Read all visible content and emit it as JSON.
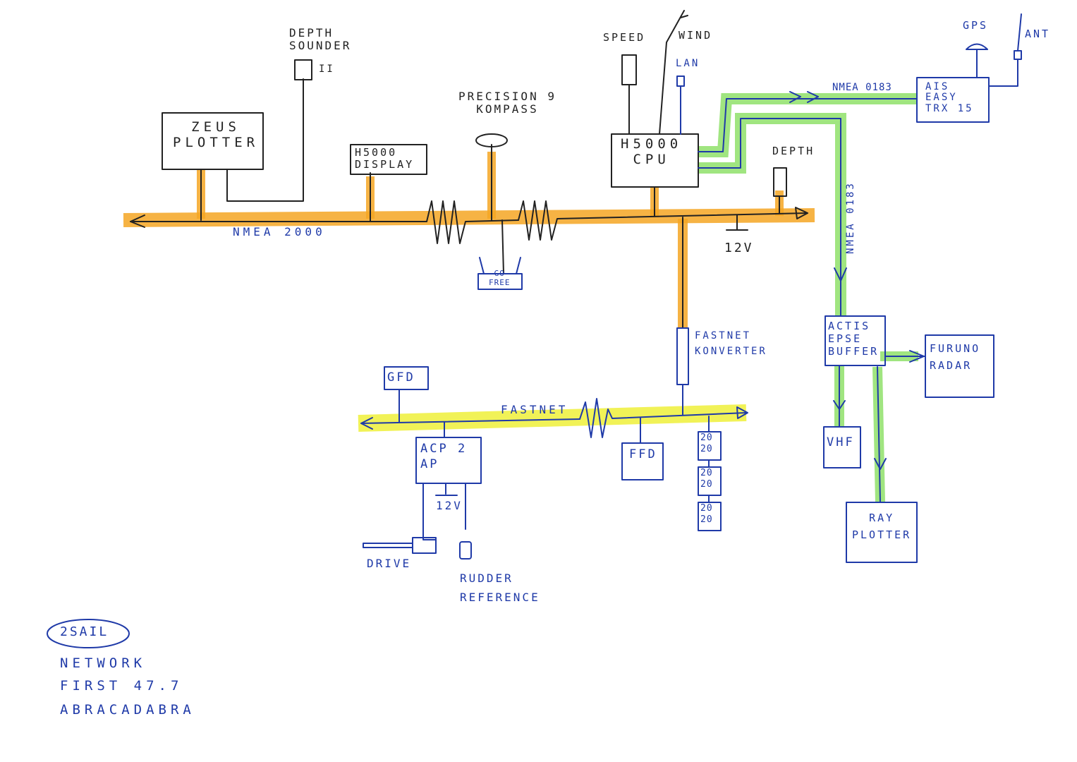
{
  "labels": {
    "depth_sounder": "DEPTH\nSOUNDER",
    "depth_sounder_num": "II",
    "zeus_plotter": "ZEUS\nPLOTTER",
    "h5000_display": "H5000\nDISPLAY",
    "precision9": "PRECISION 9\nKOMPASS",
    "speed": "SPEED",
    "wind": "WIND",
    "lan": "LAN",
    "h5000_cpu": "H5000\nCPU",
    "depth": "DEPTH",
    "nmea2000": "NMEA 2000",
    "v12_top": "12V",
    "go_free": "GO\nFREE",
    "gps": "GPS",
    "ant": "ANT",
    "nmea0183_h": "NMEA 0183",
    "nmea0183_v": "NMEA 0183",
    "ais": "AIS\nEASY\nTRX 15",
    "fastnet_konverter": "FASTNET\nKONVERTER",
    "actis": "ACTIS\nEPSE\nBUFFER",
    "furuno_radar": "FURUNO\nRADAR",
    "gfd": "GFD",
    "fastnet": "FASTNET",
    "acp2": "ACP 2\nAP",
    "v12_bottom": "12V",
    "ffd": "FFD",
    "twenty1": "20\n20",
    "twenty2": "20\n20",
    "twenty3": "20\n20",
    "vhf": "VHF",
    "ray_plotter": "RAY\nPLOTTER",
    "drive": "DRIVE",
    "rudder": "RUDDER\nREFERENCE",
    "sail": "2SAIL",
    "network": "NETWORK",
    "first": "FIRST 47.7",
    "abracadabra": "ABRACADABRA"
  },
  "colors": {
    "ink_black": "#222222",
    "ink_blue": "#1f3aa8",
    "highlight_orange": "#f5a623",
    "highlight_yellow": "#eef03a",
    "highlight_green": "#8fe06a"
  }
}
